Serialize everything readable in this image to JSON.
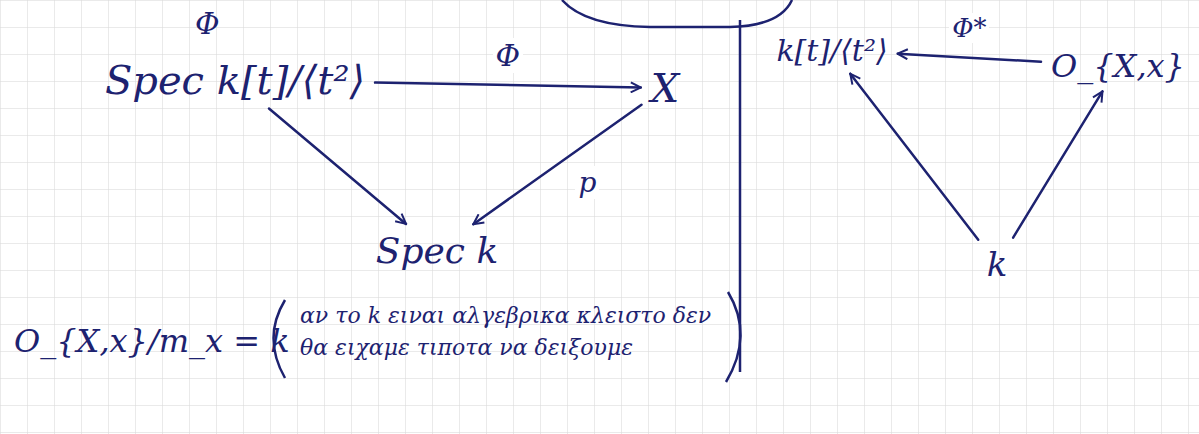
{
  "diagram": {
    "nodes": [
      {
        "text": [
          "Spec k[t]/⟨t²⟩"
        ]
      },
      {
        "text": [
          "X"
        ]
      },
      {
        "text": [
          "Spec k"
        ]
      },
      {
        "text": [
          "k[t]/⟨t²⟩"
        ]
      },
      {
        "text": [
          "O_{X,x}"
        ]
      },
      {
        "text": [
          "k"
        ]
      }
    ],
    "edges": [
      {
        "from": 0,
        "to": 1,
        "label": "Φ",
        "arrow": "to"
      },
      {
        "from": 0,
        "to": 2,
        "arrow": "to"
      },
      {
        "from": 1,
        "to": 2,
        "label": "p",
        "arrow": "to"
      },
      {
        "from": 4,
        "to": 3,
        "label": "Φ*",
        "arrow": "to"
      },
      {
        "from": 5,
        "to": 3,
        "arrow": "to"
      },
      {
        "from": 5,
        "to": 4,
        "arrow": "to"
      }
    ],
    "labels": [
      "Φ",
      "O_{X,x}/m_x = k",
      "αν το k ειναι αλγεβρικα κλειστο δεν θα ειχαμε τιποτα να δειξουμε"
    ]
  }
}
